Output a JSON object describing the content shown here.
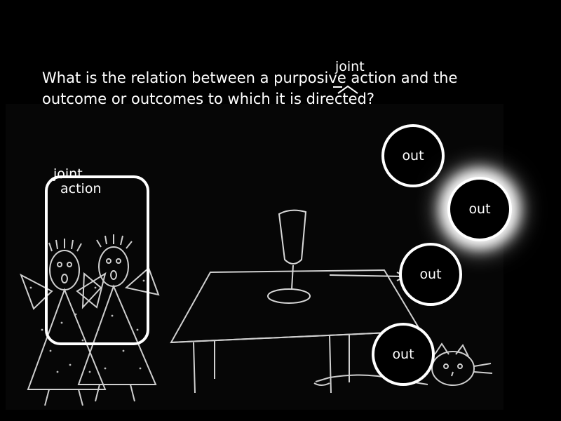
{
  "question": {
    "text": "What is the relation between a purposive action and the outcome or outcomes to which it is directed?",
    "inserted_word": "joint"
  },
  "joint_action_box": {
    "label_line1": "joint",
    "label_line2": "action"
  },
  "outcomes": [
    {
      "label": "out",
      "highlighted": false
    },
    {
      "label": "out",
      "highlighted": true
    },
    {
      "label": "out",
      "highlighted": false
    },
    {
      "label": "out",
      "highlighted": false
    }
  ],
  "colors": {
    "background": "#000000",
    "foreground": "#ffffff",
    "sketch": "#d8d8d8"
  }
}
